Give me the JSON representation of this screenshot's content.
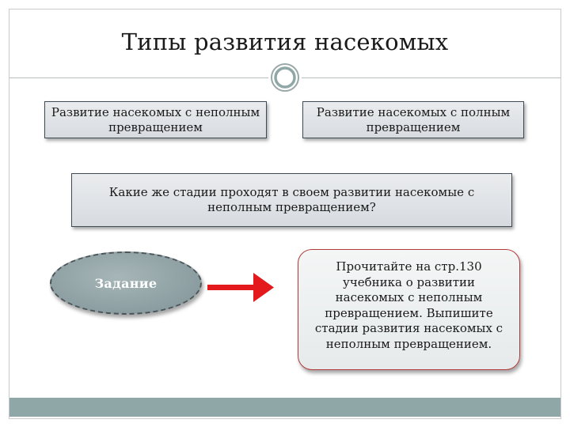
{
  "slide": {
    "title": "Типы развития насекомых",
    "box_left": "Развитие насекомых с неполным превращением",
    "box_right": "Развитие насекомых с полным превращением",
    "question": "Какие же стадии проходят в своем развитии насекомые с неполным превращением?",
    "task_label": "Задание",
    "instruction": "Прочитайте на стр.130 учебника о развитии насекомых с неполным превращением. Выпишите стадии развития насекомых с неполным превращением."
  },
  "colors": {
    "arrow": "#e3191c",
    "footer_bar": "#8fa7a6",
    "ellipse_fill": "#9aabad",
    "instruction_border": "#b03a3a",
    "box_border": "#3e4a55"
  },
  "icons": {
    "ornament": "circle-ornament-icon",
    "arrow": "arrow-right-icon"
  }
}
